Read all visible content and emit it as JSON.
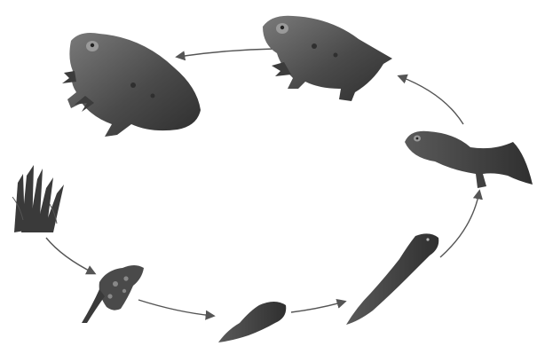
{
  "diagram": {
    "stages": [
      {
        "id": "adult-frog-left",
        "kind": "adult frog"
      },
      {
        "id": "adult-frog-right",
        "kind": "adult frog"
      },
      {
        "id": "froglet",
        "kind": "young frog with tail"
      },
      {
        "id": "tadpole-late",
        "kind": "tadpole"
      },
      {
        "id": "tadpole-early",
        "kind": "small tadpole"
      },
      {
        "id": "egg-mass",
        "kind": "egg mass"
      },
      {
        "id": "grass",
        "kind": "water plant"
      }
    ],
    "arrows": [
      {
        "from": "grass",
        "to": "egg-mass"
      },
      {
        "from": "egg-mass",
        "to": "tadpole-early"
      },
      {
        "from": "tadpole-early",
        "to": "tadpole-late"
      },
      {
        "from": "tadpole-late",
        "to": "froglet"
      },
      {
        "from": "froglet",
        "to": "adult-frog-right"
      },
      {
        "from": "adult-frog-right",
        "to": "adult-frog-left"
      }
    ],
    "colors": {
      "body_dark": "#3a3a3a",
      "body_mid": "#5e5e5e",
      "body_light": "#8a8a8a",
      "arrow": "#555555",
      "background": "#ffffff"
    }
  }
}
